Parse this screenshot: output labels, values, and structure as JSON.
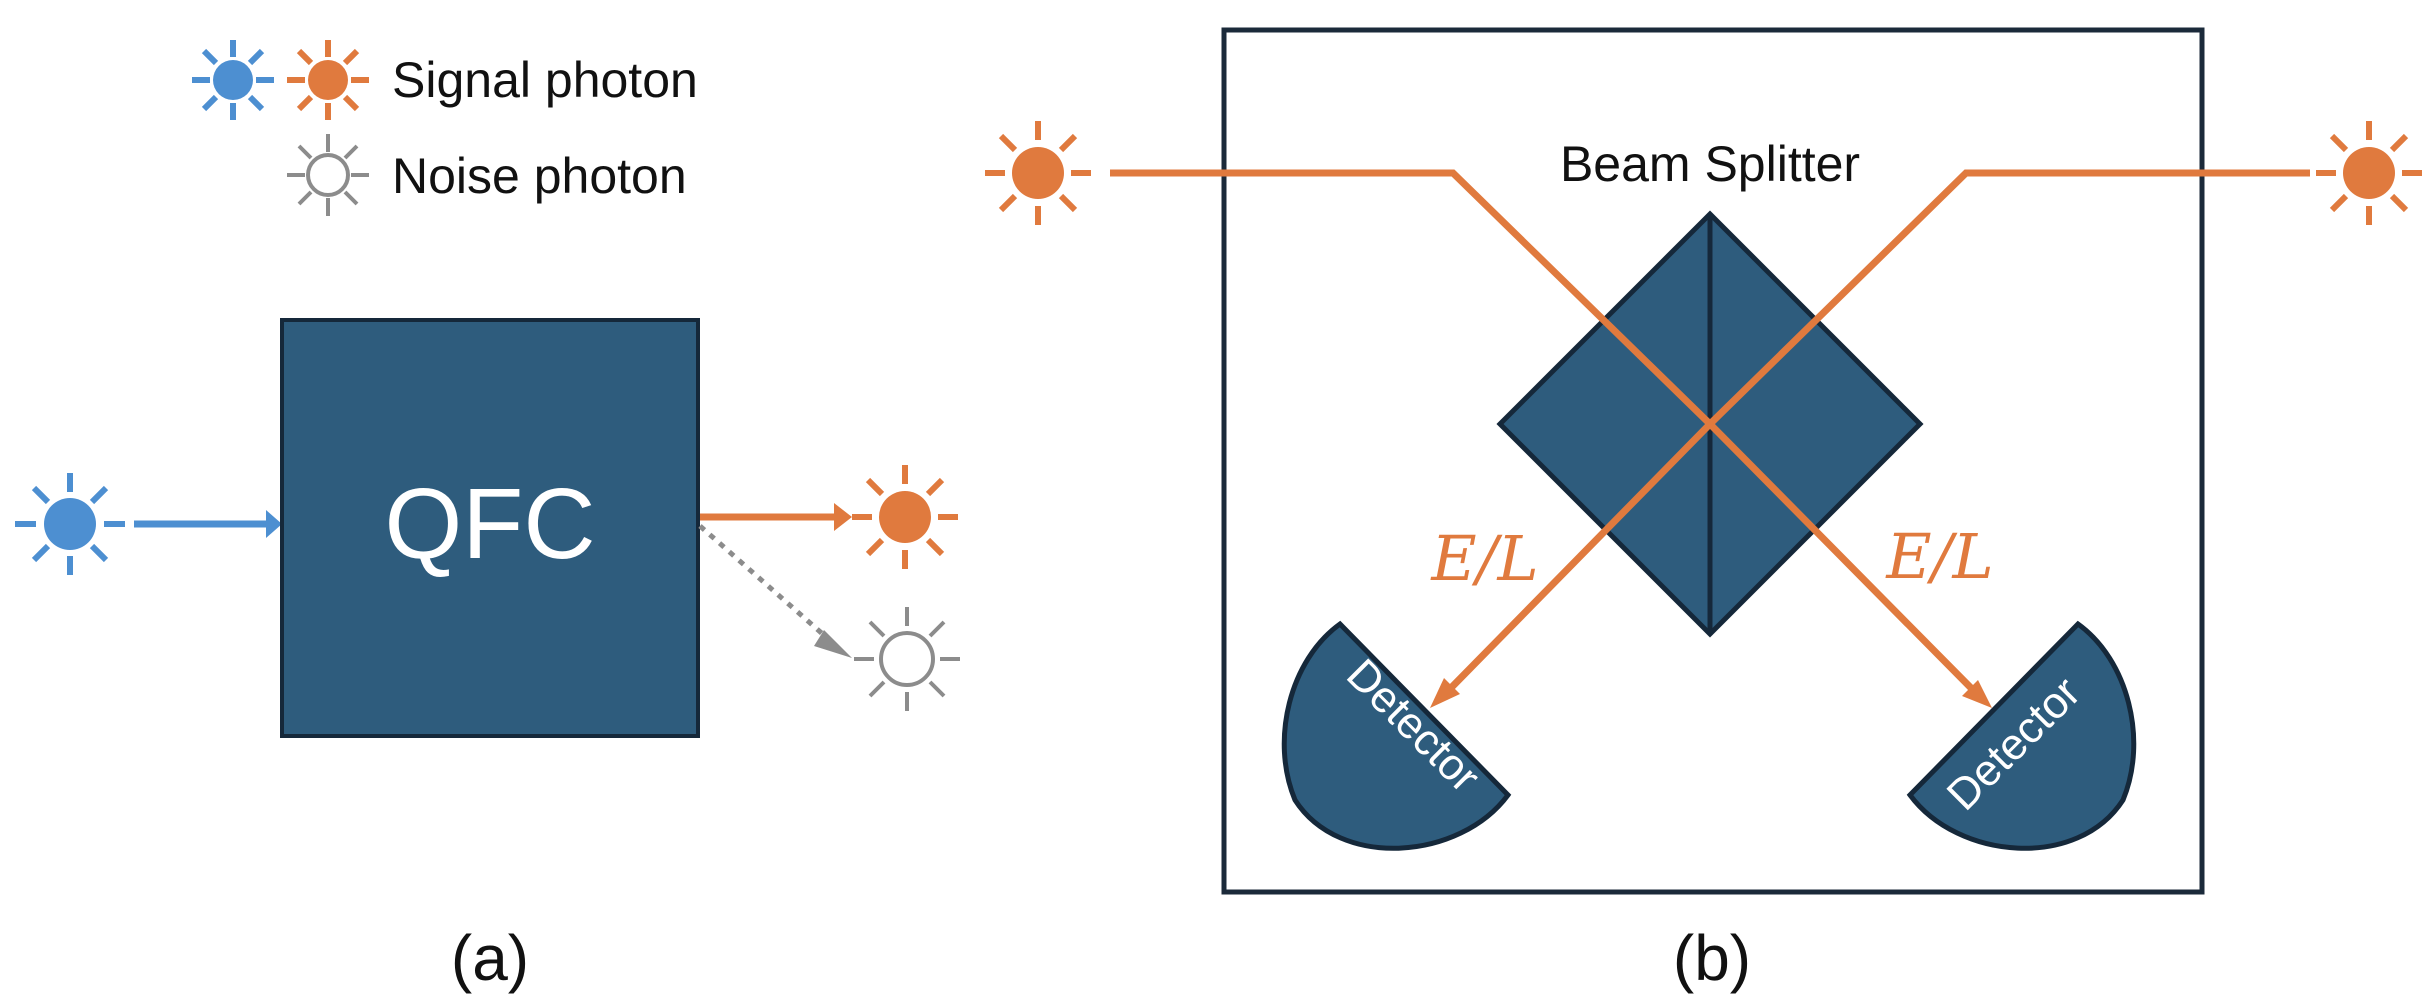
{
  "legend": {
    "signal_label": "Signal photon",
    "noise_label": "Noise photon"
  },
  "panel_a": {
    "box_label": "QFC",
    "caption": "(a)"
  },
  "panel_b": {
    "splitter_label": "Beam Splitter",
    "left_path_label": "E/L",
    "right_path_label": "E/L",
    "left_detector_label": "Detector",
    "right_detector_label": "Detector",
    "caption": "(b)"
  },
  "colors": {
    "blue_photon": "#4d8fd1",
    "signal_photon": "#e07a3e",
    "noise_photon": "#8c8c8c",
    "component_fill": "#2e5c7d",
    "component_stroke": "#15283a",
    "frame_stroke": "#1b2a3a"
  },
  "icons": {
    "photon": "sun-burst-icon",
    "arrow": "arrow-head-icon"
  }
}
